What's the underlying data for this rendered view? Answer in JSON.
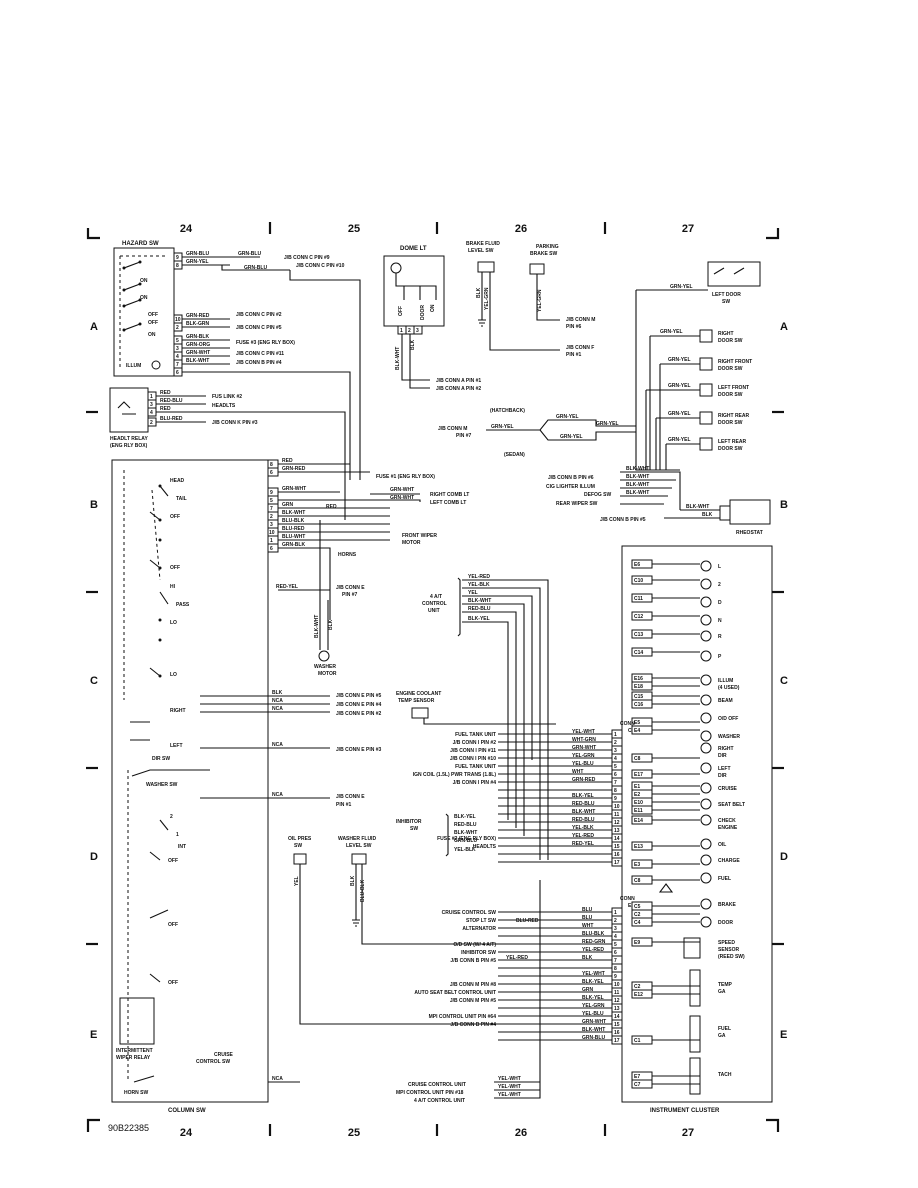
{
  "grid": {
    "columns": [
      "24",
      "25",
      "26",
      "27"
    ],
    "rows": [
      "A",
      "B",
      "C",
      "D",
      "E"
    ]
  },
  "figure_id": "90B22385",
  "components": {
    "hazard_sw": "HAZARD SW",
    "hazard_on1": "ON",
    "hazard_on2": "ON",
    "hazard_off1": "OFF",
    "hazard_off2": "OFF",
    "hazard_on3": "ON",
    "illum": "ILLUM",
    "headlt_relay": "HEADLT RELAY",
    "headlt_relay_sub": "(ENG RLY BOX)",
    "dome_lt": "DOME LT",
    "dome_off": "OFF",
    "dome_door": "DOOR",
    "dome_on": "ON",
    "brake_fluid_sw_1": "BRAKE FLUID",
    "brake_fluid_sw_2": "LEVEL SW",
    "parking_brake_sw_1": "PARKING",
    "parking_brake_sw_2": "BRAKE SW",
    "left_door_sw_1": "LEFT DOOR",
    "left_door_sw_2": "SW",
    "right_door_sw_1": "RIGHT",
    "right_door_sw_2": "DOOR SW",
    "right_front_door_1": "RIGHT FRONT",
    "right_front_door_2": "DOOR SW",
    "left_front_door_1": "LEFT FRONT",
    "left_front_door_2": "DOOR SW",
    "right_rear_door_1": "RIGHT REAR",
    "right_rear_door_2": "DOOR SW",
    "left_rear_door_1": "LEFT REAR",
    "left_rear_door_2": "DOOR SW",
    "hatchback": "(HATCHBACK)",
    "sedan": "(SEDAN)",
    "jb_conn_m_pin7_1": "J/B CONN M",
    "jb_conn_m_pin7_2": "PIN #7",
    "rheostat": "RHEOSTAT",
    "head": "HEAD",
    "tail": "TAIL",
    "off1": "OFF",
    "off2": "OFF",
    "hi": "HI",
    "pass": "PASS",
    "lo1": "LO",
    "lo2": "LO",
    "front_wiper_motor_1": "FRONT WIPER",
    "front_wiper_motor_2": "MOTOR",
    "horns": "HORNS",
    "washer_motor_1": "WASHER",
    "washer_motor_2": "MOTOR",
    "at_control_unit_1": "4 A/T",
    "at_control_unit_2": "CONTROL",
    "at_control_unit_3": "UNIT",
    "engine_coolant_1": "ENGINE COOLANT",
    "engine_coolant_2": "TEMP SENSOR",
    "right": "RIGHT",
    "left": "LEFT",
    "dir_sw": "DIR SW",
    "washer_sw": "WASHER SW",
    "int": "INT",
    "off3": "OFF",
    "off4": "OFF",
    "off5": "OFF",
    "oil_pres_sw_1": "OIL PRES",
    "oil_pres_sw_2": "SW",
    "washer_fluid_sw_1": "WASHER FLUID",
    "washer_fluid_sw_2": "LEVEL SW",
    "intermittent_relay_1": "INTERMITTENT",
    "intermittent_relay_2": "WIPER RELAY",
    "cruise_control_sw_1": "CRUISE",
    "cruise_control_sw_2": "CONTROL SW",
    "horn_sw": "HORN SW",
    "column_sw": "COLUMN SW",
    "inhibitor_sw_1": "INHIBITOR",
    "inhibitor_sw_2": "SW",
    "instrument_cluster": "INSTRUMENT CLUSTER",
    "conn_c_1": "CONN",
    "conn_c_2": "C",
    "conn_e_1": "CONN",
    "conn_e_2": "E",
    "num_1": "1",
    "num_2": "2",
    "nca": "NCA"
  },
  "hazard_pins": [
    {
      "pin": "9",
      "wire": "GRN-BLU"
    },
    {
      "pin": "8",
      "wire": "GRN-YEL"
    },
    {
      "pin": "10",
      "wire": "GRN-RED"
    },
    {
      "pin": "2",
      "wire": "BLK-GRN"
    },
    {
      "pin": "5",
      "wire": "GRN-BLK"
    },
    {
      "pin": "3",
      "wire": "GRN-ORG"
    },
    {
      "pin": "4",
      "wire": "GRN-WHT"
    },
    {
      "pin": "7",
      "wire": "BLK-WHT"
    },
    {
      "pin": "6",
      "wire": ""
    }
  ],
  "hazard_targets": [
    {
      "wire": "GRN-BLU",
      "label": "J/B CONN C PIN #9"
    },
    {
      "wire": "GRN-BLU",
      "label": "J/B CONN C PIN #10"
    },
    {
      "wire": "",
      "label": "J/B CONN C PIN #2"
    },
    {
      "wire": "",
      "label": "J/B CONN C PIN #5"
    },
    {
      "wire": "",
      "label": "FUSE #3 (ENG RLY BOX)"
    },
    {
      "wire": "",
      "label": "J/B CONN C PIN #11"
    },
    {
      "wire": "",
      "label": "J/B CONN B PIN #4"
    }
  ],
  "headlt_wires": [
    {
      "pin": "1",
      "wire": "RED"
    },
    {
      "pin": "3",
      "wire": "RED-BLU"
    },
    {
      "pin": "4",
      "wire": "RED"
    },
    {
      "pin": "2",
      "wire": "BLU-RED"
    }
  ],
  "headlt_targets": [
    "FUS LINK #2",
    "HEADLTS",
    "J/B CONN K PIN #3"
  ],
  "dome_wires": [
    "BLK-WHT",
    "BLK"
  ],
  "dome_pins": [
    "1",
    "2",
    "3"
  ],
  "dome_targets": [
    "J/B CONN A PIN #1",
    "J/B CONN A PIN #2"
  ],
  "brake_fluid_wires": [
    "BLK",
    "YEL-GRN"
  ],
  "parking_wire": "YEL-GRN",
  "jb_conn_m_pin6": [
    "J/B CONN M",
    "PIN #6"
  ],
  "jb_conn_f_pin1": [
    "J/B CONN F",
    "PIN #1"
  ],
  "door_wires": [
    "GRN-YEL",
    "GRN-YEL",
    "GRN-YEL",
    "GRN-YEL",
    "GRN-YEL",
    "GRN-YEL",
    "GRN-YEL",
    "GRN-YEL",
    "GRN-YEL",
    "GRN-YEL"
  ],
  "jb_b_list": [
    {
      "label": "J/B CONN B PIN #6",
      "wire": "BLK-WHT"
    },
    {
      "label": "CIG LIGHTER ILLUM",
      "wire": "BLK-WHT"
    },
    {
      "label": "DEFOG SW",
      "wire": "BLK-WHT"
    },
    {
      "label": "REAR WIPER SW",
      "wire": "BLK-WHT"
    }
  ],
  "jb_conn_b_pin5": "J/B CONN B PIN #5",
  "rheostat_wires": [
    "BLK-WHT",
    "BLK"
  ],
  "column_top_pins": [
    {
      "pin": "8",
      "wire": "RED"
    },
    {
      "pin": "6",
      "wire": "GRN-RED"
    },
    {
      "pin": "9",
      "wire": "GRN-WHT"
    },
    {
      "pin": "5",
      "wire": "GRN"
    },
    {
      "pin": "7",
      "wire": "BLK-WHT"
    },
    {
      "pin": "2",
      "wire": "BLU-BLK"
    },
    {
      "pin": "3",
      "wire": "BLU-RED"
    },
    {
      "pin": "10",
      "wire": "BLU-WHT"
    },
    {
      "pin": "1",
      "wire": ""
    },
    {
      "pin": "6",
      "wire": "GRN-BLK"
    }
  ],
  "column_right_extra": [
    "GRN-WHT",
    "GRN-WHT",
    "RED"
  ],
  "fuse1": "FUSE #1 (ENG RLY BOX)",
  "right_comb_lt": "RIGHT COMB LT",
  "left_comb_lt": "LEFT COMB LT",
  "red_yel": "RED-YEL",
  "jb_conn_e_pin7": [
    "J/B CONN E",
    "PIN #7"
  ],
  "washer_motor_wires": [
    "BLK-WHT",
    "BLK"
  ],
  "column_mid": [
    {
      "wire": "BLK",
      "label": "J/B CONN E PIN #5"
    },
    {
      "wire": "NCA",
      "label": "J/B CONN E PIN #4"
    },
    {
      "wire": "NCA",
      "label": "J/B CONN E PIN #2"
    },
    {
      "wire": "NCA",
      "label": "J/B CONN E PIN #3"
    },
    {
      "wire": "NCA",
      "label": "J/B CONN E"
    },
    {
      "wire": "",
      "label": "PIN #1"
    }
  ],
  "at_wires": [
    "YEL-RED",
    "YEL-BLK",
    "YEL",
    "BLK-WHT",
    "RED-BLU",
    "BLK-YEL"
  ],
  "conn_c_rows": [
    {
      "pin": "1",
      "label": "FUEL TANK UNIT",
      "wire": "YEL-WHT"
    },
    {
      "pin": "2",
      "label": "J/B CONN I PIN #2",
      "wire": "WHT-GRN"
    },
    {
      "pin": "3",
      "label": "J/B CONN I PIN #11",
      "wire": "GRN-WHT"
    },
    {
      "pin": "4",
      "label": "J/B CONN I PIN #10",
      "wire": "YEL-GRN"
    },
    {
      "pin": "5",
      "label": "FUEL TANK UNIT",
      "wire": "YEL-BLU"
    },
    {
      "pin": "6",
      "label": "IGN COIL (1.5L) PWR TRANS (1.8L)",
      "wire": "WHT"
    },
    {
      "pin": "7",
      "label": "J/B CONN I PIN #4",
      "wire": "GRN-RED"
    },
    {
      "pin": "8",
      "label": "",
      "wire": ""
    },
    {
      "pin": "9",
      "label": "",
      "wire": "BLK-YEL"
    },
    {
      "pin": "10",
      "label": "",
      "wire": "RED-BLU"
    },
    {
      "pin": "11",
      "label": "",
      "wire": "BLK-WHT"
    },
    {
      "pin": "12",
      "label": "",
      "wire": "RED-BLU"
    },
    {
      "pin": "13",
      "label": "",
      "wire": "YEL-BLK"
    },
    {
      "pin": "14",
      "label": "FUSE #2 (ENG RLY BOX)",
      "wire": "YEL-RED"
    },
    {
      "pin": "15",
      "label": "HEADLTS",
      "wire": "RED-YEL"
    },
    {
      "pin": "16",
      "label": "",
      "wire": ""
    },
    {
      "pin": "17",
      "label": "",
      "wire": ""
    }
  ],
  "inhibitor_wires": [
    "BLK-YEL",
    "RED-BLU",
    "BLK-WHT",
    "GRN-BLU",
    "YEL-BLK"
  ],
  "conn_e_rows": [
    {
      "pin": "1",
      "label": "CRUISE CONTROL SW",
      "wire": "BLU"
    },
    {
      "pin": "2",
      "label": "STOP LT SW",
      "wire": "BLU"
    },
    {
      "pin": "3",
      "label": "ALTERNATOR",
      "wire": "WHT"
    },
    {
      "pin": "4",
      "label": "",
      "wire": "BLU-BLK"
    },
    {
      "pin": "5",
      "label": "O/D SW (W/ 4 A/T)",
      "wire": "RED-GRN"
    },
    {
      "pin": "6",
      "label": "INHIBITOR SW",
      "wire": "YEL-RED"
    },
    {
      "pin": "7",
      "label": "J/B CONN B PIN #5",
      "wire": "BLK"
    },
    {
      "pin": "8",
      "label": "",
      "wire": ""
    },
    {
      "pin": "9",
      "label": "",
      "wire": "YEL-WHT"
    },
    {
      "pin": "10",
      "label": "J/B CONN M PIN #8",
      "wire": "BLK-YEL"
    },
    {
      "pin": "11",
      "label": "AUTO SEAT BELT CONTROL UNIT",
      "wire": "GRN"
    },
    {
      "pin": "12",
      "label": "J/B CONN M PIN #5",
      "wire": "BLK-YEL"
    },
    {
      "pin": "13",
      "label": "",
      "wire": "YEL-GRN"
    },
    {
      "pin": "14",
      "label": "MPI CONTROL UNIT PIN #64",
      "wire": "YEL-BLU"
    },
    {
      "pin": "15",
      "label": "J/B CONN B PIN #4",
      "wire": "GRN-WHT"
    },
    {
      "pin": "16",
      "label": "",
      "wire": "BLK-WHT"
    },
    {
      "pin": "17",
      "label": "",
      "wire": "GRN-BLU"
    }
  ],
  "conn_e_inner_wires": [
    "BLU-RED",
    "YEL-RED"
  ],
  "bottom_list": [
    {
      "label": "CRUISE CONTROL UNIT",
      "wire": "YEL-WHT"
    },
    {
      "label": "MPI CONTROL UNIT PIN #18",
      "wire": "YEL-WHT"
    },
    {
      "label": "4 A/T CONTROL UNIT",
      "wire": "YEL-WHT"
    }
  ],
  "oil_wire": "YEL",
  "washer_fluid_wires": [
    "BLK",
    "BLU-BLK"
  ],
  "cluster": {
    "tags": [
      "E6",
      "C10",
      "C11",
      "C12",
      "C13",
      "C14",
      "E16",
      "E18",
      "C15",
      "C16",
      "E5",
      "E4",
      "C8",
      "E17",
      "E1",
      "E2",
      "E10",
      "E11",
      "E14",
      "E13",
      "E3",
      "C8",
      "C5",
      "C2",
      "C4",
      "E9",
      "C2",
      "E12",
      "C1",
      "E7",
      "C7"
    ],
    "labels": [
      {
        "id": "l",
        "text": "L"
      },
      {
        "id": "2",
        "text": "2"
      },
      {
        "id": "d",
        "text": "D"
      },
      {
        "id": "n",
        "text": "N"
      },
      {
        "id": "r",
        "text": "R"
      },
      {
        "id": "p",
        "text": "P"
      },
      {
        "id": "illum",
        "text": "ILLUM"
      },
      {
        "id": "illum_sub",
        "text": "(4 USED)"
      },
      {
        "id": "beam",
        "text": "BEAM"
      },
      {
        "id": "od",
        "text": "O/D OFF"
      },
      {
        "id": "washer",
        "text": "WASHER"
      },
      {
        "id": "rdir1",
        "text": "RIGHT"
      },
      {
        "id": "rdir2",
        "text": "DIR"
      },
      {
        "id": "ldir1",
        "text": "LEFT"
      },
      {
        "id": "ldir2",
        "text": "DIR"
      },
      {
        "id": "cruise",
        "text": "CRUISE"
      },
      {
        "id": "seatbelt",
        "text": "SEAT BELT"
      },
      {
        "id": "check1",
        "text": "CHECK"
      },
      {
        "id": "check2",
        "text": "ENGINE"
      },
      {
        "id": "oil",
        "text": "OIL"
      },
      {
        "id": "charge",
        "text": "CHARGE"
      },
      {
        "id": "fuel",
        "text": "FUEL"
      },
      {
        "id": "brake",
        "text": "BRAKE"
      },
      {
        "id": "door",
        "text": "DOOR"
      },
      {
        "id": "speed1",
        "text": "SPEED"
      },
      {
        "id": "speed2",
        "text": "SENSOR"
      },
      {
        "id": "speed3",
        "text": "(REED SW)"
      },
      {
        "id": "temp1",
        "text": "TEMP"
      },
      {
        "id": "temp2",
        "text": "GA"
      },
      {
        "id": "fuelga1",
        "text": "FUEL"
      },
      {
        "id": "fuelga2",
        "text": "GA"
      },
      {
        "id": "tach",
        "text": "TACH"
      }
    ]
  }
}
